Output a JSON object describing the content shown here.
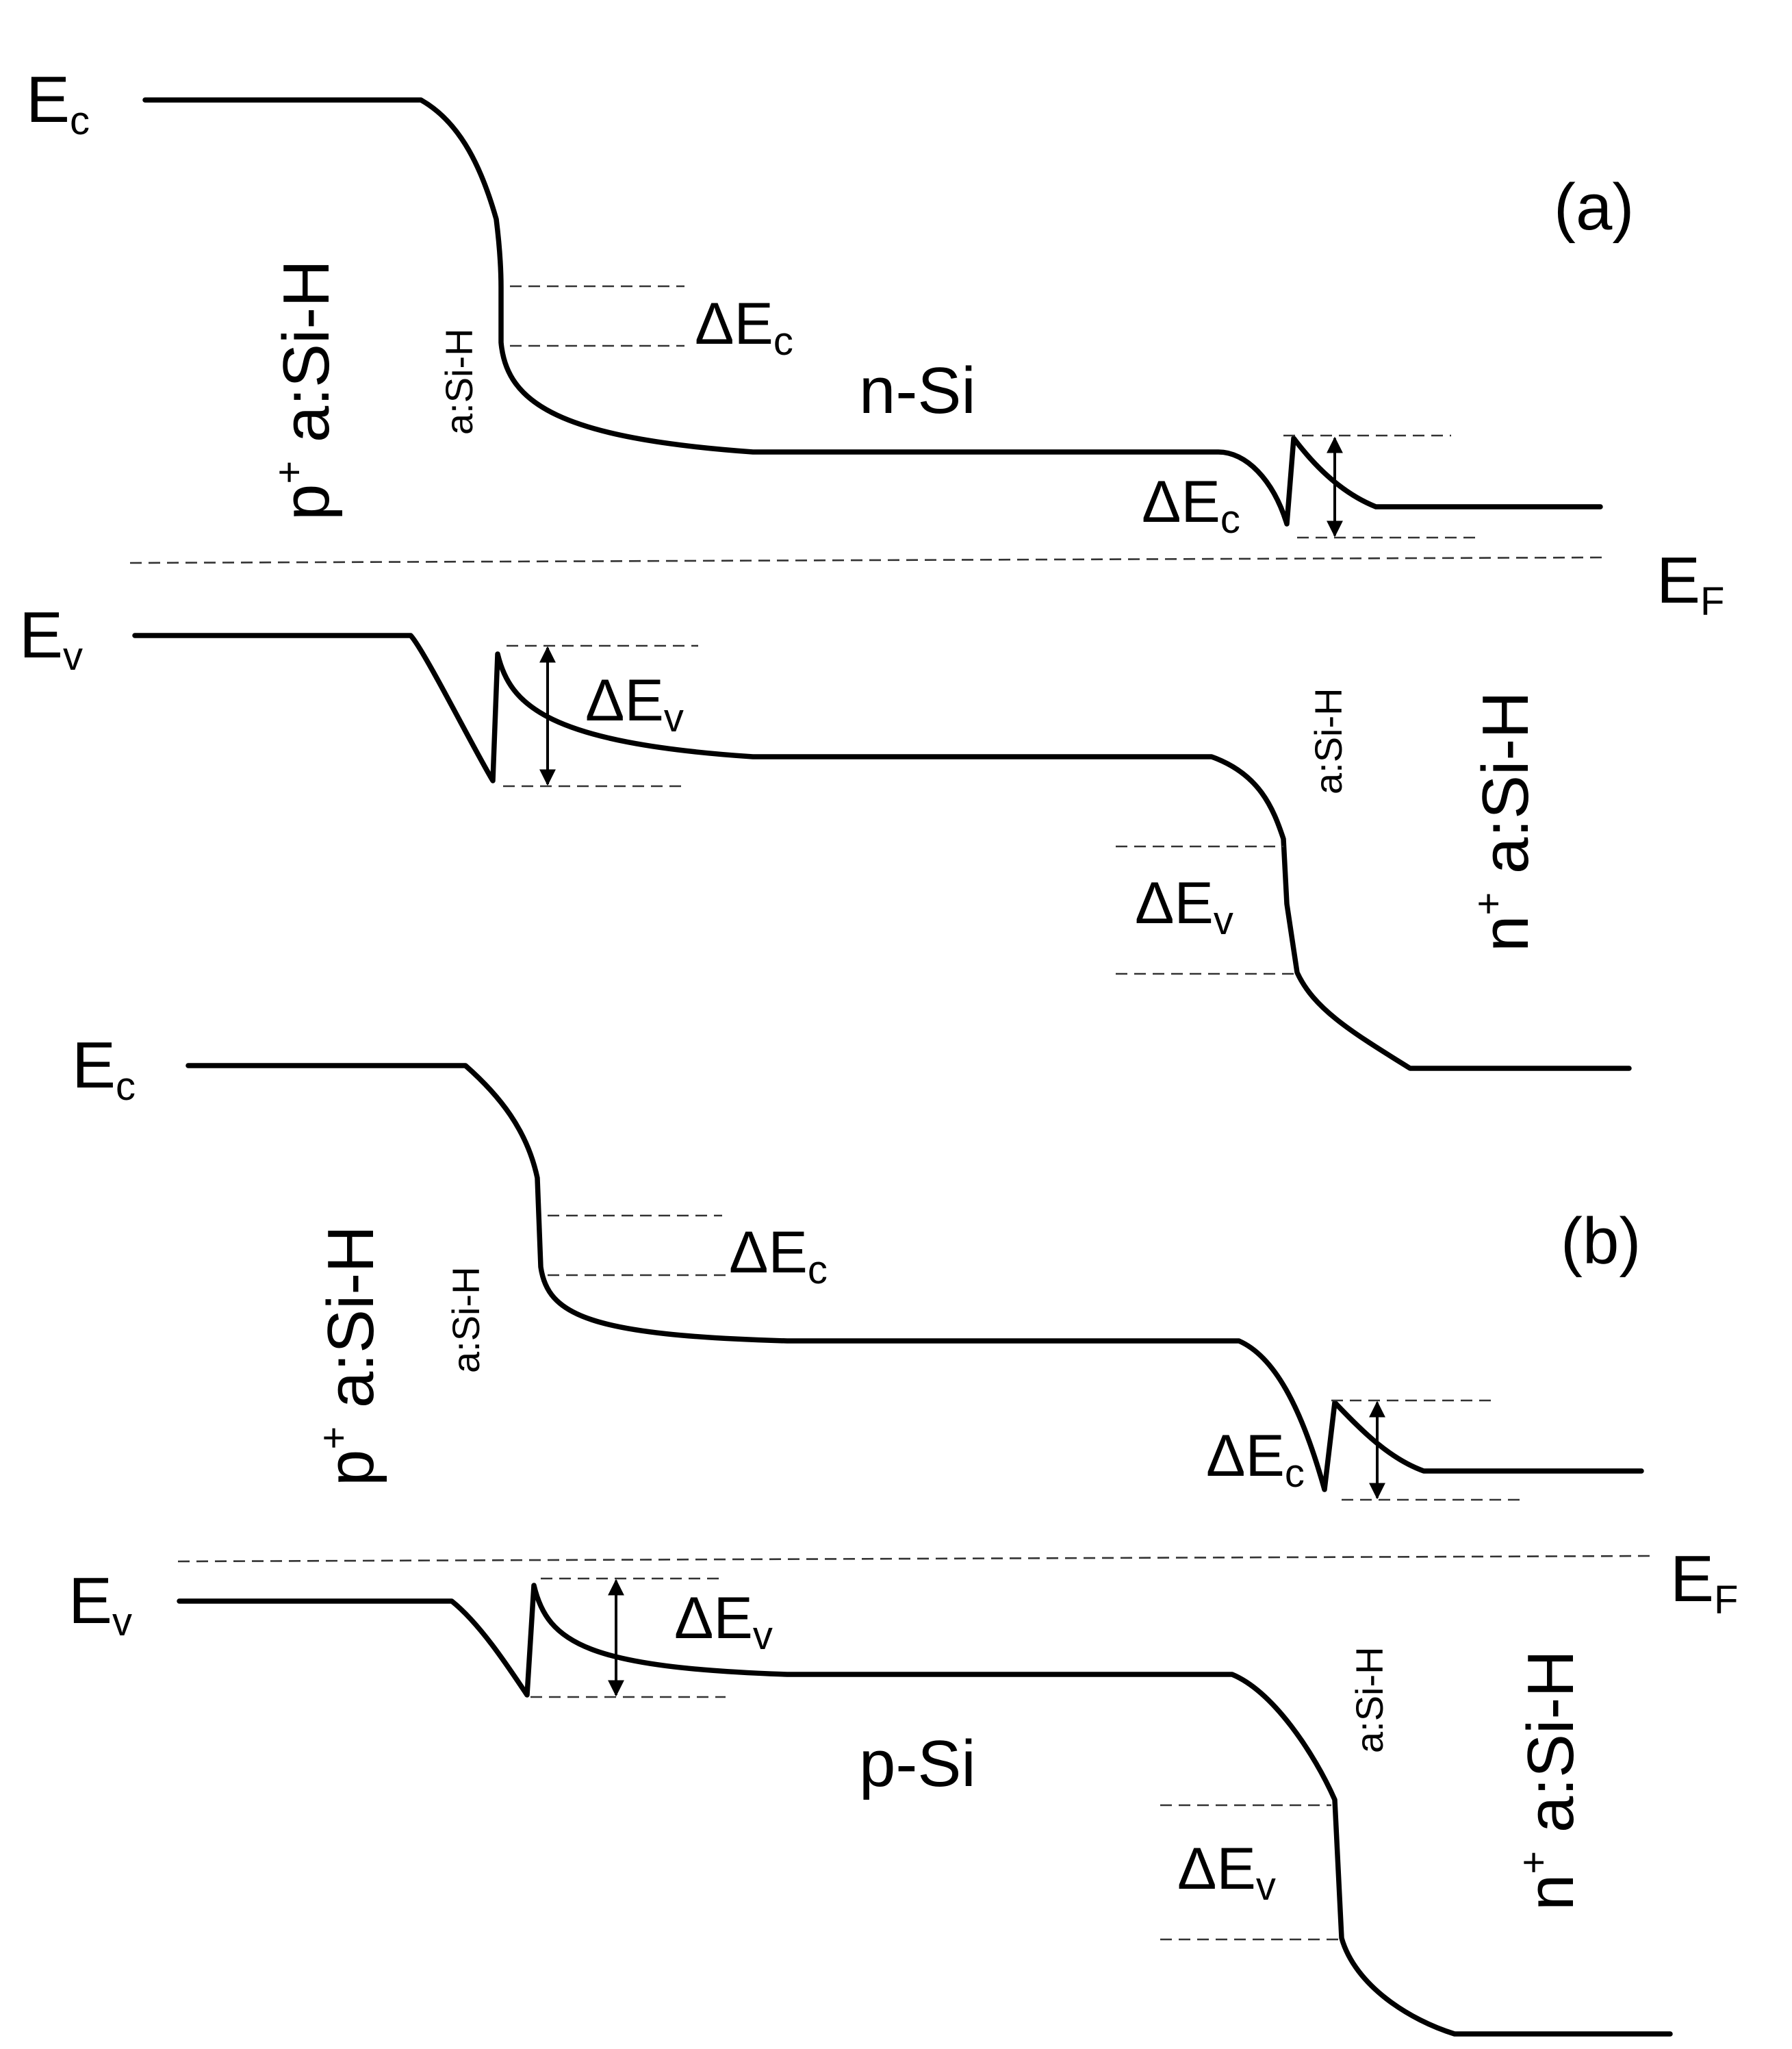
{
  "panel_a": {
    "tag": "(a)",
    "ec_base": "E",
    "ec_sub": "c",
    "ev_base": "E",
    "ev_sub": "v",
    "ef_base": "E",
    "ef_sub": "F",
    "left_layer_sup": "+",
    "left_layer_base": "p",
    "left_layer_rest": " a:Si-H",
    "right_layer_sup": "+",
    "right_layer_base": "n",
    "right_layer_rest": " a:Si-H",
    "left_intrinsic": "a:Si-H",
    "right_intrinsic": "a:Si-H",
    "absorber": "n-Si",
    "dEc_left_base": "ΔE",
    "dEc_left_sub": "c",
    "dEc_right_base": "ΔE",
    "dEc_right_sub": "c",
    "dEv_left_base": "ΔE",
    "dEv_left_sub": "v",
    "dEv_right_base": "ΔE",
    "dEv_right_sub": "v"
  },
  "panel_b": {
    "tag": "(b)",
    "ec_base": "E",
    "ec_sub": "c",
    "ev_base": "E",
    "ev_sub": "v",
    "ef_base": "E",
    "ef_sub": "F",
    "left_layer_sup": "+",
    "left_layer_base": "p",
    "left_layer_rest": " a:Si-H",
    "right_layer_sup": "+",
    "right_layer_base": "n",
    "right_layer_rest": " a:Si-H",
    "left_intrinsic": "a:Si-H",
    "right_intrinsic": "a:Si-H",
    "absorber": "p-Si",
    "dEc_left_base": "ΔE",
    "dEc_left_sub": "c",
    "dEc_right_base": "ΔE",
    "dEc_right_sub": "c",
    "dEv_left_base": "ΔE",
    "dEv_left_sub": "v",
    "dEv_right_base": "ΔE",
    "dEv_right_sub": "v"
  },
  "colors": {
    "line": "#000000",
    "dashed": "#333333",
    "background": "#ffffff"
  }
}
